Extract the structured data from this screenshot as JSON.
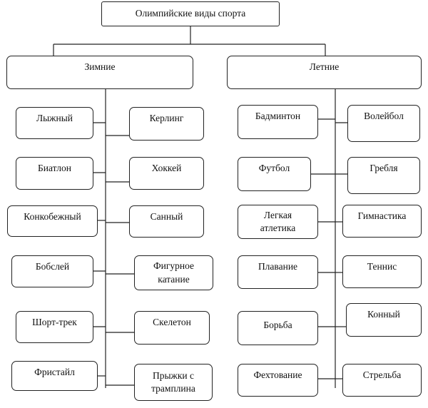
{
  "root": {
    "label": "Олимпийские виды спорта"
  },
  "winter": {
    "label": "Зимние",
    "left": [
      "Лыжный",
      "Биатлон",
      "Конкобежный",
      "Бобслей",
      "Шорт-трек",
      "Фристайл"
    ],
    "right": [
      "Керлинг",
      "Хоккей",
      "Санный",
      "Фигурное\nкатание",
      "Скелетон",
      "Прыжки с\nтрамплина"
    ]
  },
  "summer": {
    "label": "Летние",
    "left": [
      "Бадминтон",
      "Футбол",
      "Легкая\nатлетика",
      "Плавание",
      "Борьба",
      "Фехтование"
    ],
    "right": [
      "Волейбол",
      "Гребля",
      "Гимнастика",
      "Теннис",
      "Конный",
      "Стрельба"
    ]
  }
}
